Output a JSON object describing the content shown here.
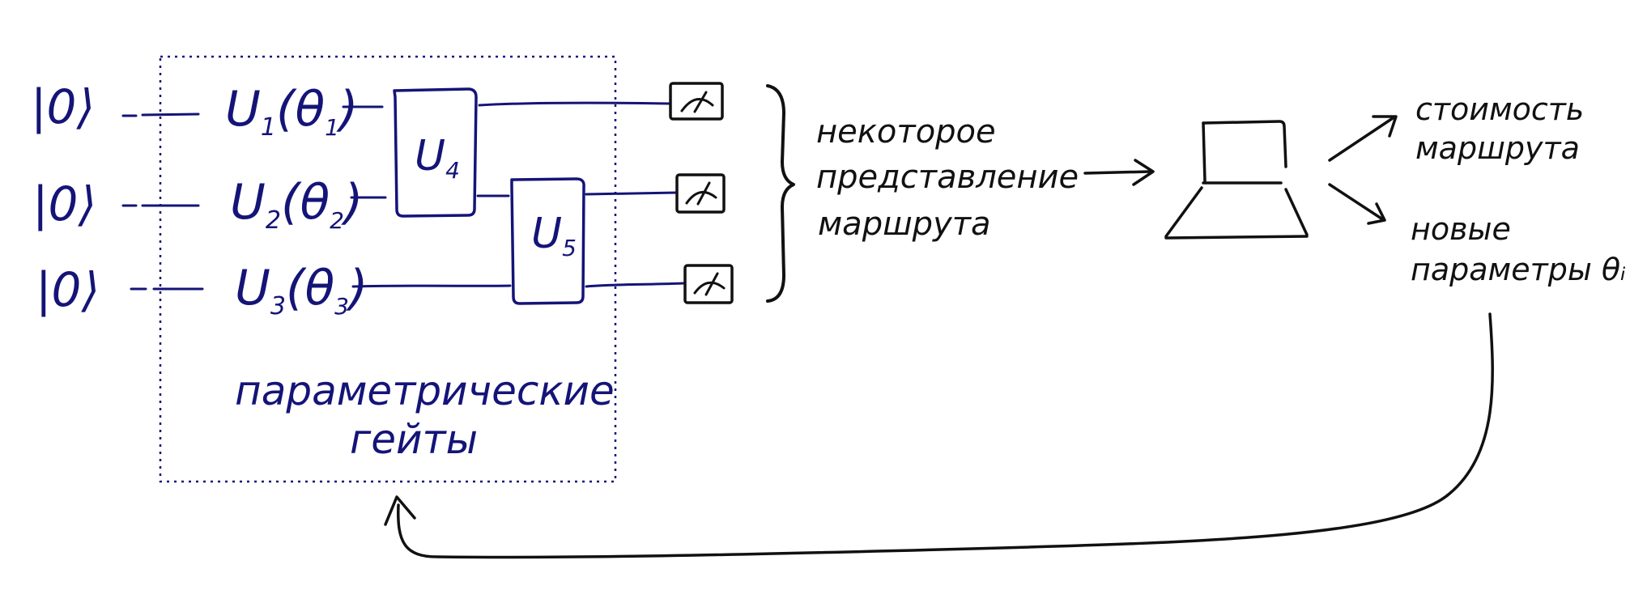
{
  "colors": {
    "ink_blue": "#141478",
    "ink_black": "#111111",
    "background": "#ffffff"
  },
  "inputs": [
    {
      "ket": "|0⟩"
    },
    {
      "ket": "|0⟩"
    },
    {
      "ket": "|0⟩"
    }
  ],
  "single_gates": [
    {
      "name": "U",
      "sub": "1",
      "param": "θ",
      "param_sub": "1"
    },
    {
      "name": "U",
      "sub": "2",
      "param": "θ",
      "param_sub": "2"
    },
    {
      "name": "U",
      "sub": "3",
      "param": "θ",
      "param_sub": "3"
    }
  ],
  "multi_gates": [
    {
      "name": "U",
      "sub": "4"
    },
    {
      "name": "U",
      "sub": "5"
    }
  ],
  "measurement_icon": "meter-icon",
  "parametric_box_label": [
    "параметрические",
    "гейты"
  ],
  "representation_label": [
    "некоторое",
    "представление",
    "маршрута"
  ],
  "computer_icon": "laptop-icon",
  "outputs": {
    "cost": [
      "стоимость",
      "маршрута"
    ],
    "new_params": [
      "новые",
      "параметры θᵢ"
    ]
  }
}
